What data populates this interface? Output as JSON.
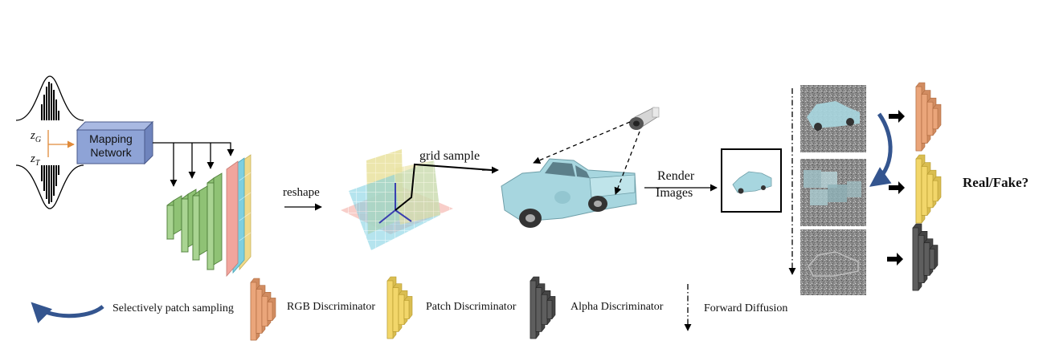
{
  "latent": {
    "zg": "z",
    "zg_sub": "G",
    "zt": "z",
    "zt_sub": "T"
  },
  "mapping_network": {
    "line1": "Mapping",
    "line2": "Network"
  },
  "labels": {
    "reshape": "reshape",
    "grid_sample": "grid sample",
    "render_line1": "Render",
    "render_line2": "Images",
    "real_fake": "Real/Fake?"
  },
  "legend": {
    "patch_sampling": "Selectively patch sampling",
    "rgb": "RGB Discriminator",
    "patch": "Patch Discriminator",
    "alpha": "Alpha Discriminator",
    "diffusion": "Forward Diffusion"
  },
  "colors": {
    "mapping_fill": "#8ea3d6",
    "mapping_stroke": "#4a5a8a",
    "feature_green": "#8fc275",
    "plane_red": "#f2a8a0",
    "plane_cyan": "#79cde0",
    "plane_yellow": "#f0dd8c",
    "rgb_disc": "#eaa57a",
    "patch_disc": "#f2d66a",
    "alpha_disc": "#5e5e5e",
    "curve_arrow": "#34558f",
    "orange_line": "#e08a3a",
    "truck": "#a7d6df"
  },
  "icons": [
    "gaussian-icon",
    "camera-icon",
    "truck-icon",
    "curved-arrow-icon",
    "discriminator-icon",
    "noise-image-icon"
  ]
}
